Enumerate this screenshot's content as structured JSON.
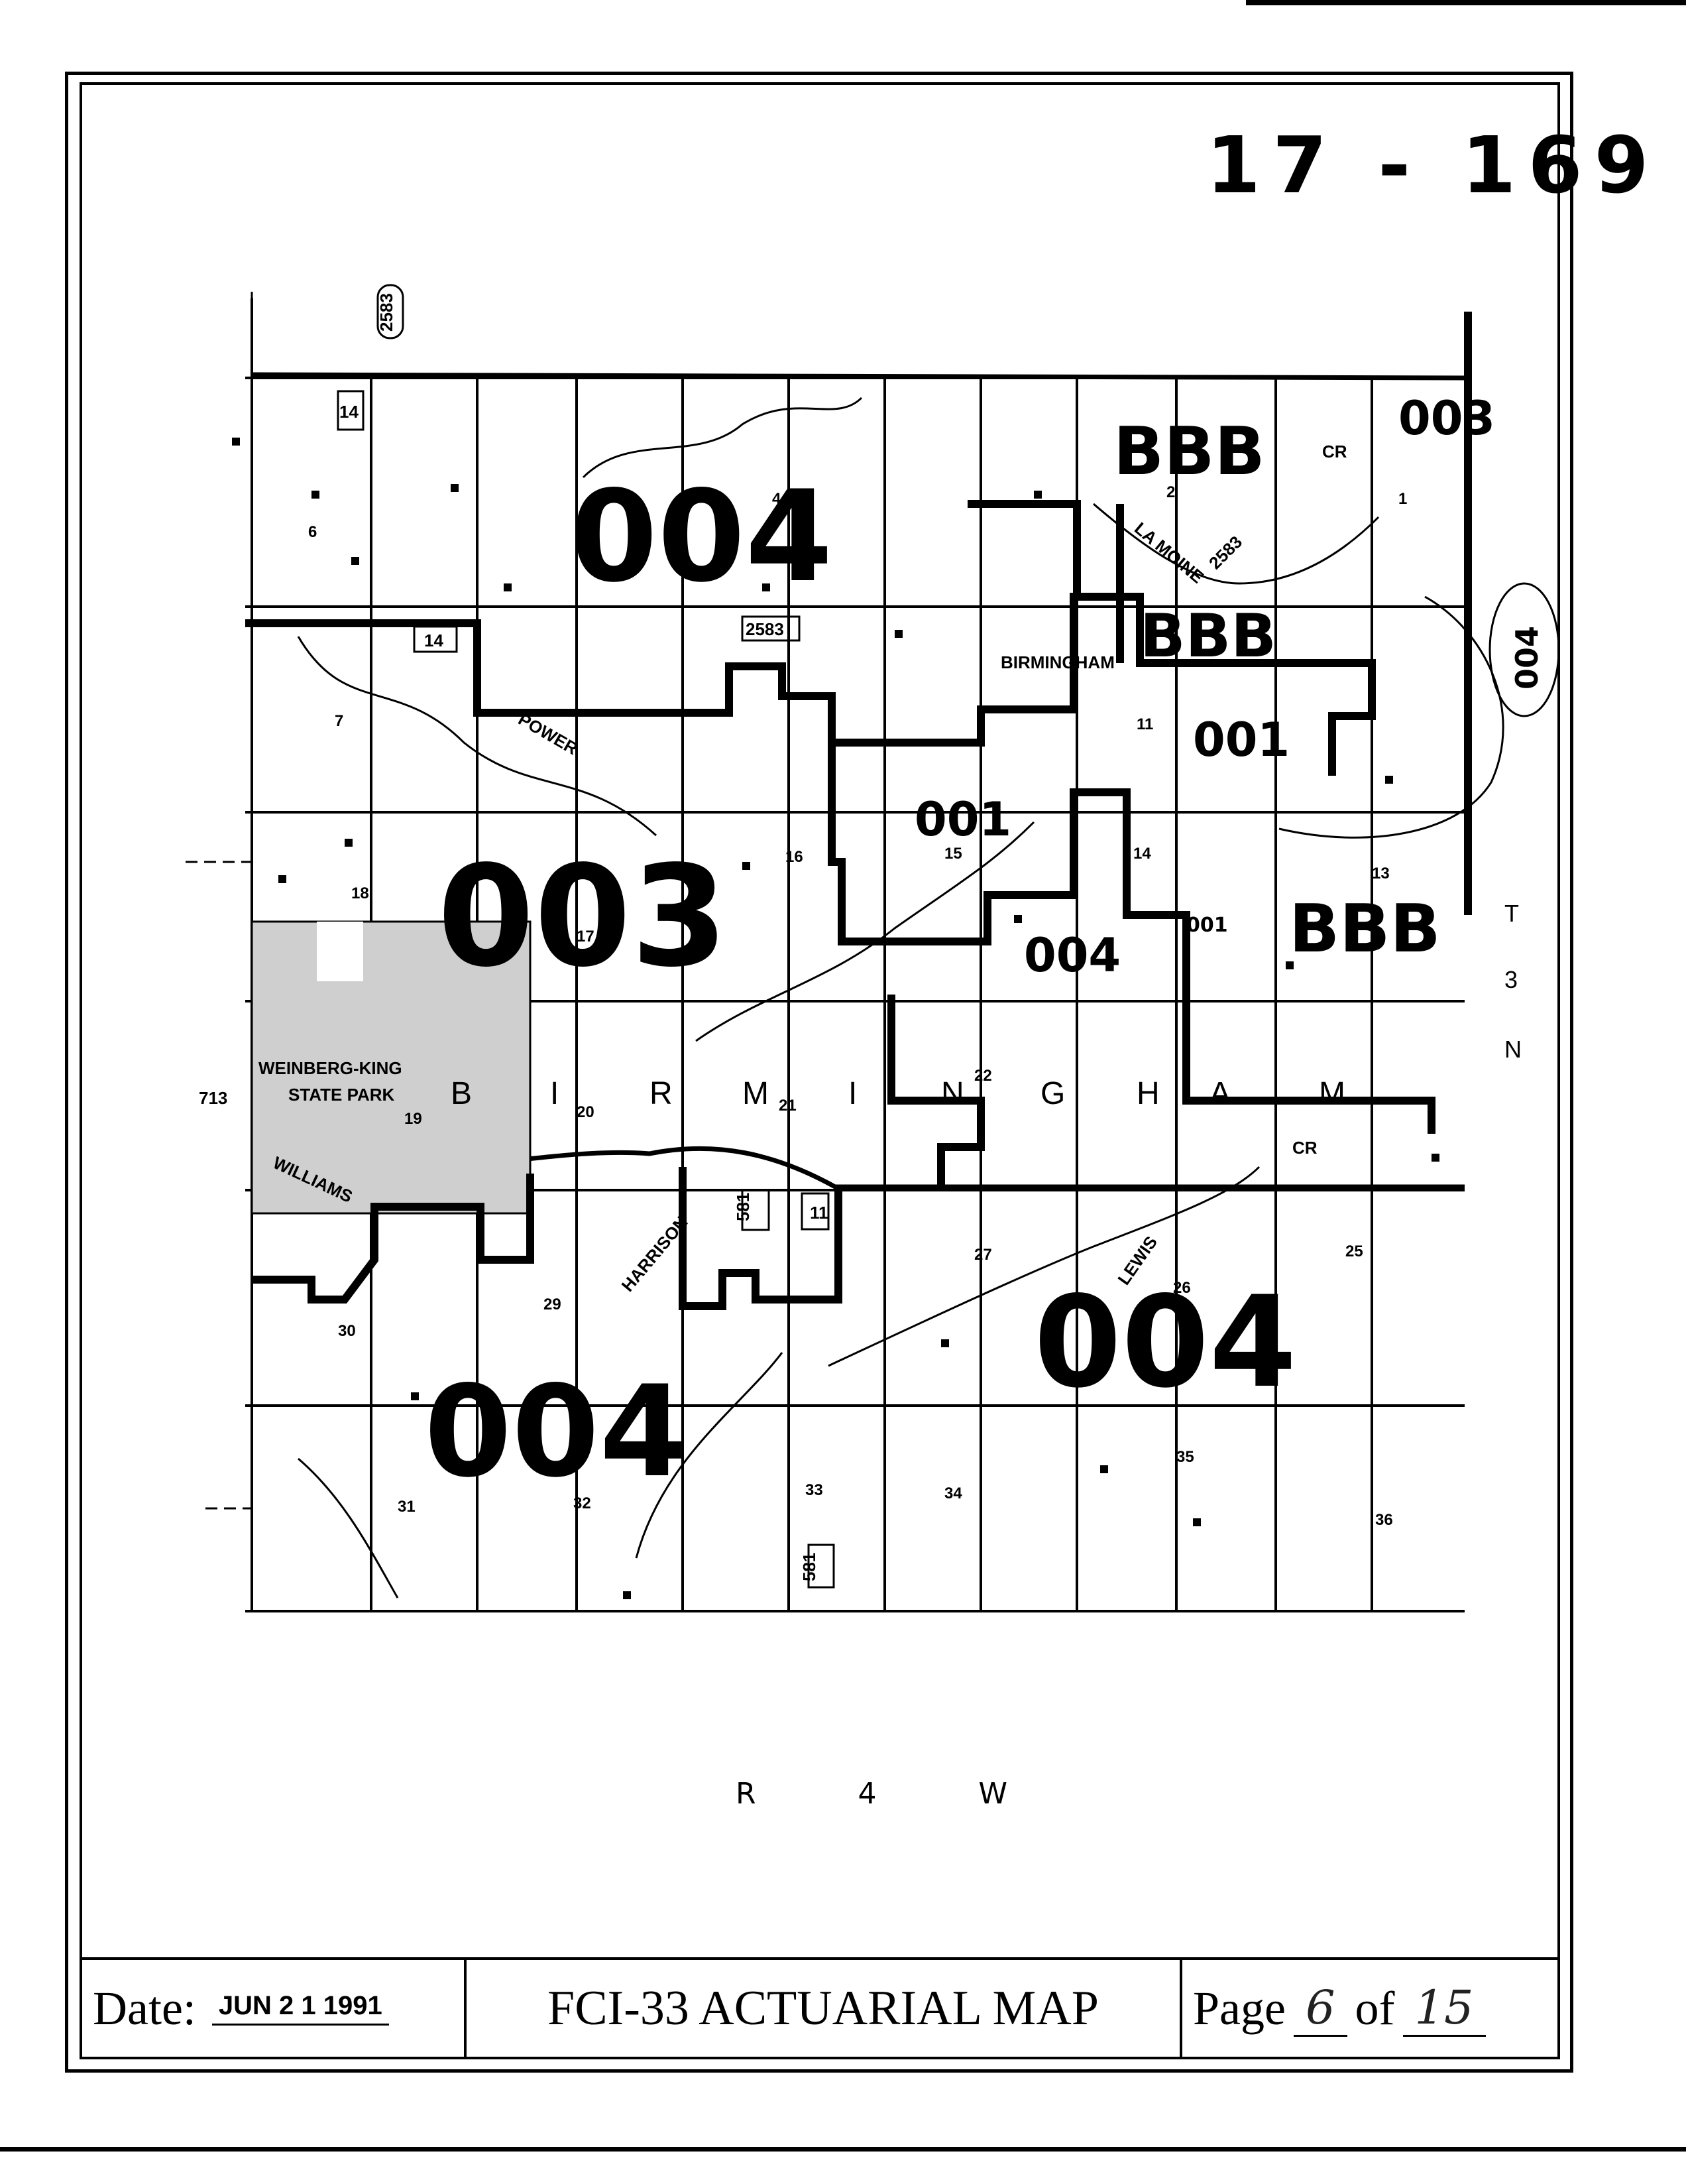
{
  "map_id": "17 - 169",
  "footer": {
    "date_label": "Date:",
    "date_value": "JUN 2 1 1991",
    "title": "FCI-33 ACTUARIAL MAP",
    "page_label": "Page",
    "page_current": "6",
    "page_of": "of",
    "page_total": "15"
  },
  "range_label": "R 4 W",
  "township_label": [
    "T",
    "3",
    "N"
  ],
  "place_name": [
    "B",
    "I",
    "R",
    "M",
    "I",
    "N",
    "G",
    "H",
    "A",
    "M"
  ],
  "town_label": "BIRMINGHAM",
  "park_label": [
    "WEINBERG-KING",
    "STATE PARK"
  ],
  "creek_labels": [
    "LA MOINE",
    "POWER",
    "HARRISON",
    "LEWIS",
    "WILLIAMS",
    "CR",
    "CR"
  ],
  "route_labels": [
    "2583",
    "2583",
    "2583",
    "14",
    "14",
    "581",
    "581",
    "11",
    "713"
  ],
  "sections": [
    "1",
    "2",
    "4",
    "6",
    "7",
    "11",
    "13",
    "14",
    "15",
    "16",
    "17",
    "18",
    "19",
    "20",
    "21",
    "22",
    "25",
    "26",
    "27",
    "29",
    "30",
    "31",
    "32",
    "33",
    "34",
    "35",
    "36"
  ],
  "zone_labels": {
    "large": [
      "004",
      "003",
      "004",
      "004"
    ],
    "medium": [
      "001",
      "001",
      "004",
      "004"
    ],
    "small": [
      "001",
      "003",
      "BBB",
      "BBB",
      "BBB"
    ]
  }
}
